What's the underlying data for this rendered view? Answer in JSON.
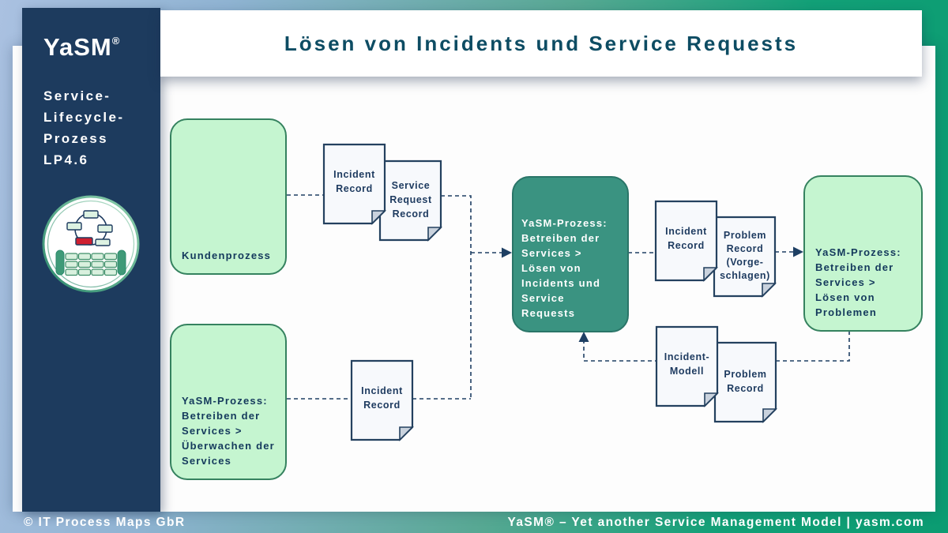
{
  "header": {
    "title": "Lösen von Incidents und Service Requests"
  },
  "sidebar": {
    "brand": "YaSM",
    "registered": "®",
    "subtitle": "Service-\nLifecycle-\nProzess\nLP4.6",
    "icon": "yasm-service-lifecycle-icon"
  },
  "diagram": {
    "boxes": {
      "kundenprozess": {
        "label": "Kundenprozess"
      },
      "ueberwachen": {
        "label": "YaSM-Prozess:\nBetreiben der\nServices  >\nÜberwachen der\nServices"
      },
      "loesen_incidents": {
        "label": "YaSM-Prozess:\nBetreiben der\nServices  >\nLösen von\nIncidents und\nService\nRequests"
      },
      "loesen_probleme": {
        "label": "YaSM-Prozess:\nBetreiben der\nServices  >\nLösen von\nProblemen"
      }
    },
    "documents": {
      "incident_record_1": {
        "label": "Incident\nRecord"
      },
      "service_request_record": {
        "label": "Service\nRequest\nRecord"
      },
      "incident_record_2": {
        "label": "Incident\nRecord"
      },
      "incident_record_3": {
        "label": "Incident\nRecord"
      },
      "problem_record_vorgeschlagen": {
        "label": "Problem\nRecord\n(Vorge-\nschlagen)"
      },
      "incident_modell": {
        "label": "Incident-\nModell"
      },
      "problem_record": {
        "label": "Problem\nRecord"
      }
    }
  },
  "footer": {
    "copyright": "© IT Process Maps GbR",
    "tagline": "YaSM® – Yet another Service Management Model | yasm.com"
  },
  "colors": {
    "background_blue": "#aac1e1",
    "background_green": "#0da077",
    "sidebar_navy": "#1d3b5e",
    "title_text": "#0d4c63",
    "process_box_fill": "#c5f5d0",
    "process_box_border": "#35825f",
    "process_box_teal_fill": "#3a9381",
    "document_fill": "#f7f9fc",
    "connector_navy": "#1e3f63",
    "label_navy": "#14395c",
    "icon_red": "#cf2030"
  }
}
